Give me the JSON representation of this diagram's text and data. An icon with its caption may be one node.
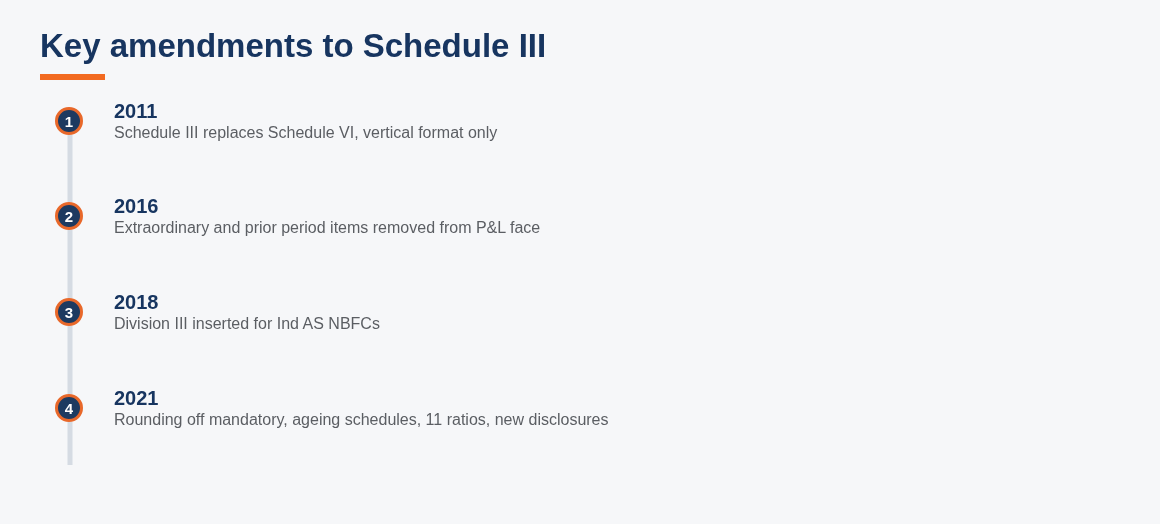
{
  "diagram": {
    "title": "Key amendments to Schedule III",
    "nodes": [
      {
        "text": [
          "1"
        ],
        "beside": [
          "2011",
          "Schedule III replaces Schedule VI, vertical format only"
        ]
      },
      {
        "text": [
          "2"
        ],
        "beside": [
          "2016",
          "Extraordinary and prior period items removed from P&L face"
        ]
      },
      {
        "text": [
          "3"
        ],
        "beside": [
          "2018",
          "Division III inserted for Ind AS NBFCs"
        ]
      },
      {
        "text": [
          "4"
        ],
        "beside": [
          "2021",
          "Rounding off mandatory, ageing schedules, 11 ratios, new disclosures"
        ]
      }
    ],
    "edges": [
      {
        "from": 0,
        "to": 1,
        "arrow": "none"
      },
      {
        "from": 1,
        "to": 2,
        "arrow": "none"
      },
      {
        "from": 2,
        "to": 3,
        "arrow": "none"
      }
    ]
  }
}
